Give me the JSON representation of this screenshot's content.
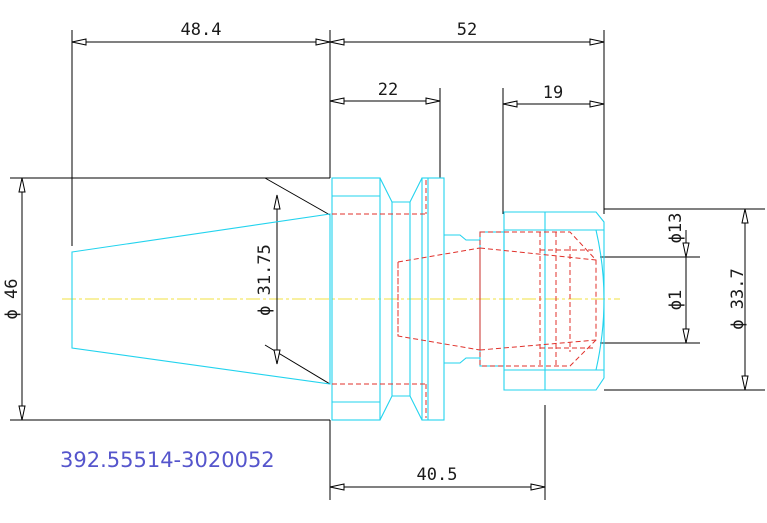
{
  "drawing": {
    "part_number": "392.55514-3020052",
    "dimensions": {
      "taper_length": "48.4",
      "body_length": "52",
      "flange_length": "22",
      "nut_length": "19",
      "gauge_to_collet": "40.5",
      "flange_diameter": "ϕ 46",
      "taper_diameter": "ϕ 31.75",
      "nut_diameter": "ϕ 33.7",
      "bore_diameter_large": "ϕ13",
      "bore_diameter_small": "ϕ1"
    }
  }
}
